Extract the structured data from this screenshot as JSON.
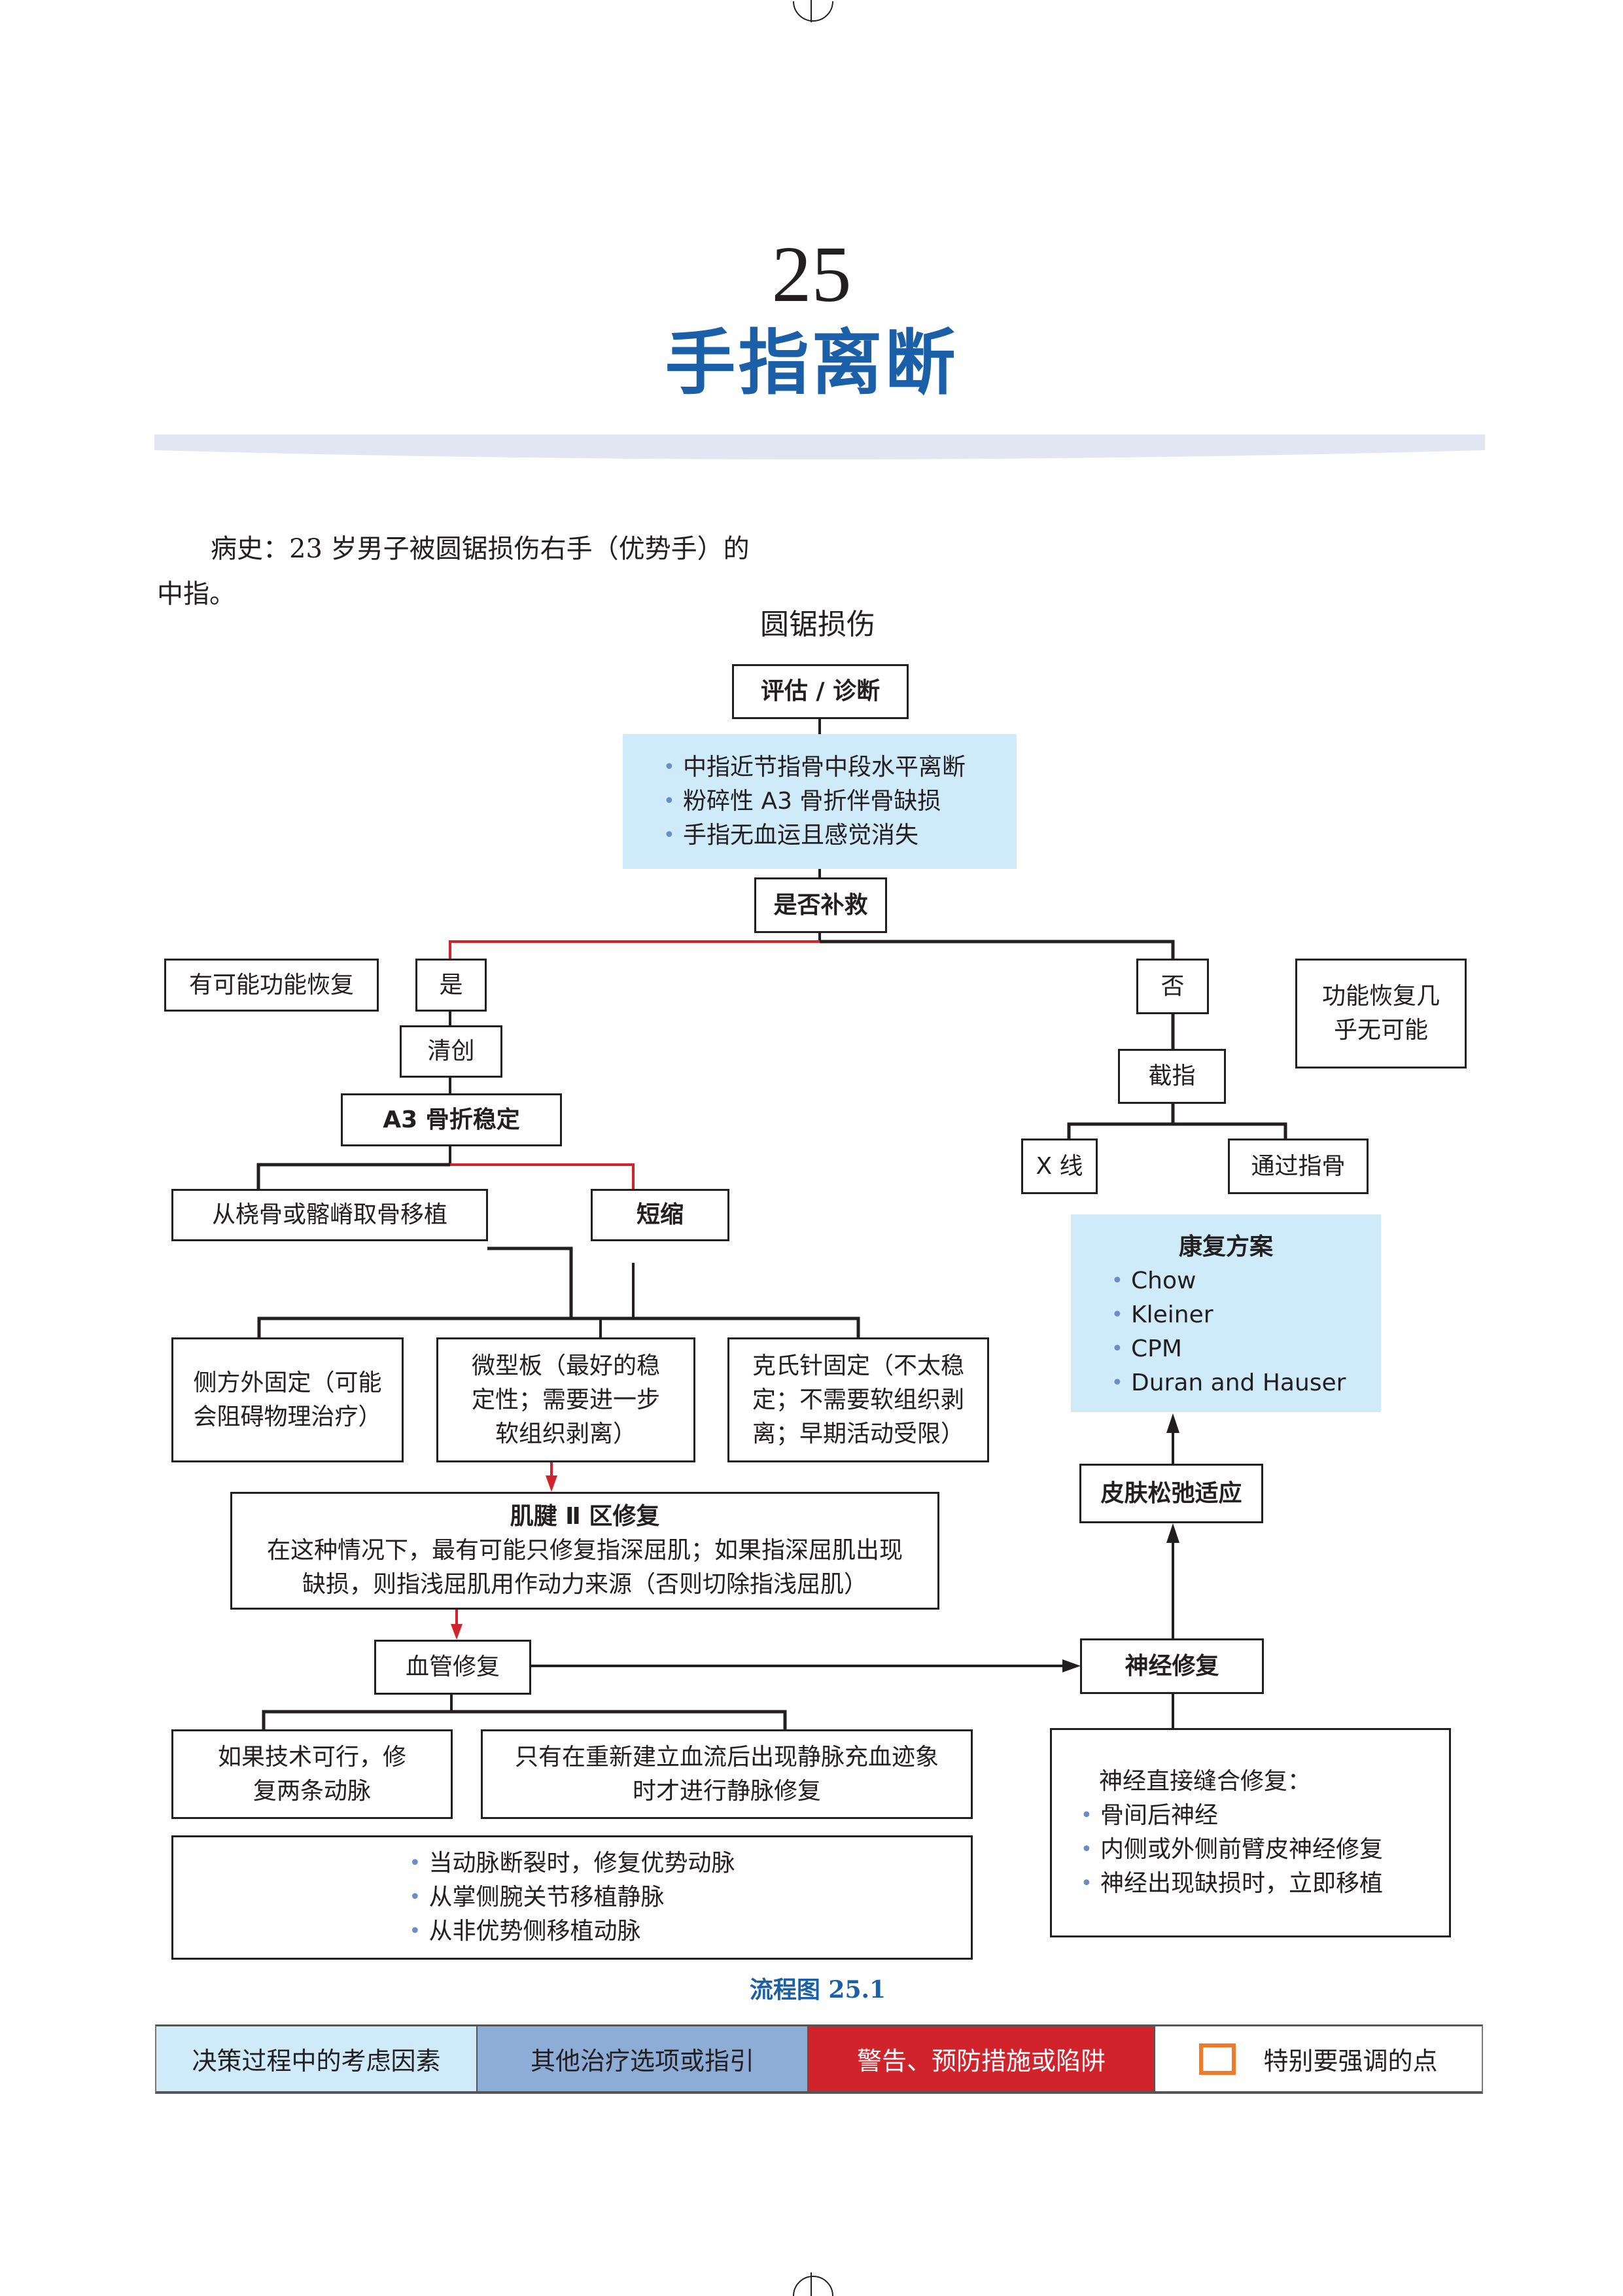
{
  "chapter": {
    "number": "25",
    "title": "手指离断"
  },
  "history": {
    "line1": "病史：23 岁男子被圆锯损伤右手（优势手）的",
    "line2": "中指。"
  },
  "flowchart": {
    "title": "圆锯损伤",
    "assessment": "评估 / 诊断",
    "findings": [
      "中指近节指骨中段水平离断",
      "粉碎性 A3 骨折伴骨缺损",
      "手指无血运且感觉消失"
    ],
    "salvage_question": "是否补救",
    "yes": "是",
    "yes_note": "有可能功能恢复",
    "no": "否",
    "no_note_line1": "功能恢复几",
    "no_note_line2": "乎无可能",
    "debridement": "清创",
    "a3_stabilize": "A3 骨折稳定",
    "bone_graft": "从桡骨或髂嵴取骨移植",
    "shortening": "短缩",
    "fixation_options": [
      {
        "lines": [
          "侧方外固定（可能",
          "会阻碍物理治疗）"
        ]
      },
      {
        "lines": [
          "微型板（最好的稳",
          "定性；需要进一步",
          "软组织剥离）"
        ]
      },
      {
        "lines": [
          "克氏针固定（不太稳",
          "定；不需要软组织剥",
          "离；早期活动受限）"
        ]
      }
    ],
    "tendon_repair": {
      "title": "肌腱 Ⅱ 区修复",
      "line1": "在这种情况下，最有可能只修复指深屈肌；如果指深屈肌出现",
      "line2": "缺损，则指浅屈肌用作动力来源（否则切除指浅屈肌）"
    },
    "vascular_repair": "血管修复",
    "artery_option": {
      "lines": [
        "如果技术可行，修",
        "复两条动脉"
      ]
    },
    "vein_option": {
      "lines": [
        "只有在重新建立血流后出现静脉充血迹象",
        "时才进行静脉修复"
      ]
    },
    "vascular_tips": [
      "当动脉断裂时，修复优势动脉",
      "从掌侧腕关节移植静脉",
      "从非优势侧移植动脉"
    ],
    "amputation": "截指",
    "xray": "X 线",
    "through_phalanx": "通过指骨",
    "nerve_repair": "神经修复",
    "nerve_details": {
      "heading": "神经直接缝合修复：",
      "items": [
        "骨间后神经",
        "内侧或外侧前臂皮神经修复",
        "神经出现缺损时，立即移植"
      ]
    },
    "skin_relaxation": "皮肤松弛适应",
    "rehab": {
      "title": "康复方案",
      "items": [
        "Chow",
        "Kleiner",
        "CPM",
        "Duran and Hauser"
      ]
    }
  },
  "caption": "流程图 25.1",
  "legend": [
    {
      "label": "决策过程中的考虑因素",
      "color": "#cfeaf8"
    },
    {
      "label": "其他治疗选项或指引",
      "color": "#8eadd6"
    },
    {
      "label": "警告、预防措施或陷阱",
      "color": "#d0232c"
    },
    {
      "label": "特别要强调的点",
      "color": "#f07a2a"
    }
  ],
  "colors": {
    "title_blue": "#1a5fa8",
    "consideration_blue": "#cfeaf8",
    "warning_red": "#d0232c",
    "emphasis_orange": "#f07a2a",
    "header_band": "#e2e6f3"
  }
}
